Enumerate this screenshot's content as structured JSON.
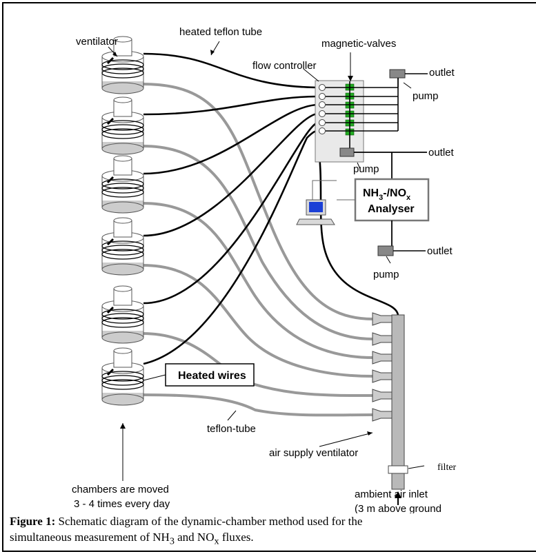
{
  "labels": {
    "ventilator": "ventilator",
    "heated_teflon_tube": "heated teflon tube",
    "magnetic_valves": "magnetic-valves",
    "flow_controller": "flow controller",
    "outlet_1": "outlet",
    "pump_1": "pump",
    "outlet_2": "outlet",
    "pump_2": "pump",
    "analyser_line1_main": "NH",
    "analyser_line1_sub1": "3",
    "analyser_line1_mid": "-/NO",
    "analyser_line1_sub2": "x",
    "analyser_line2": "Analyser",
    "outlet_3": "outlet",
    "pump_3": "pump",
    "heated_wires": "Heated wires",
    "teflon_tube": "teflon-tube",
    "filter": "filter",
    "air_supply_ventilator": "air supply ventilator",
    "chambers_line1": "chambers are moved",
    "chambers_line2": "3 - 4 times every day",
    "ambient_line1": "ambient air inlet",
    "ambient_line2": "(3 m above ground"
  },
  "caption": {
    "label": "Figure 1:",
    "line1": " Schematic diagram of the dynamic-chamber method used for the",
    "line2_a": "simultaneous measurement of NH",
    "line2_sub1": "3",
    "line2_b": " and NO",
    "line2_sub2": "x",
    "line2_c": " fluxes."
  },
  "colors": {
    "heated_line": "#000000",
    "teflon_line": "#999999",
    "chamber_fill": "#ffffff",
    "chamber_base": "#cccccc",
    "valve_green": "#22aa22",
    "pump_fill": "#888888",
    "analyser_border": "#777777",
    "screen_blue": "#1b3fd6",
    "manifold": "#b9b9b9"
  }
}
